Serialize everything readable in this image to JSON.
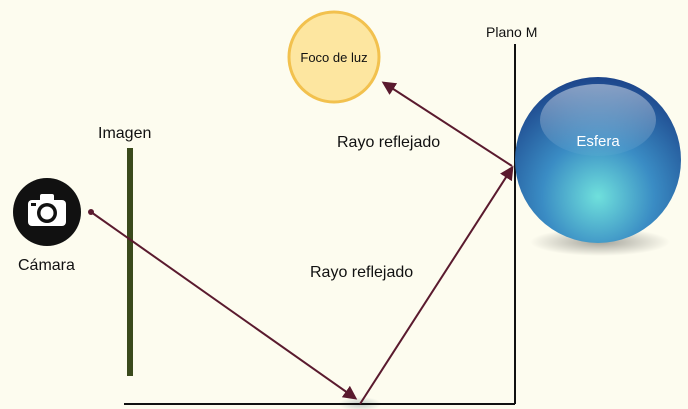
{
  "labels": {
    "plane": "Plano M",
    "light": "Foco de luz",
    "image": "Imagen",
    "camera": "Cámara",
    "sphere": "Esfera",
    "ray_upper": "Rayo reflejado",
    "ray_lower": "Rayo reflejado"
  },
  "icons": {
    "camera": "camera-icon",
    "light": "light-source-icon",
    "sphere": "sphere-icon"
  },
  "colors": {
    "background": "#fdfcef",
    "ray": "#5a1a2e",
    "image_bar": "#3a4a1c",
    "light_fill": "#fde6a0",
    "light_stroke": "#f2c14e",
    "sphere_dark": "#1f4f9a",
    "sphere_light": "#5fd0d6",
    "line": "#111111"
  }
}
